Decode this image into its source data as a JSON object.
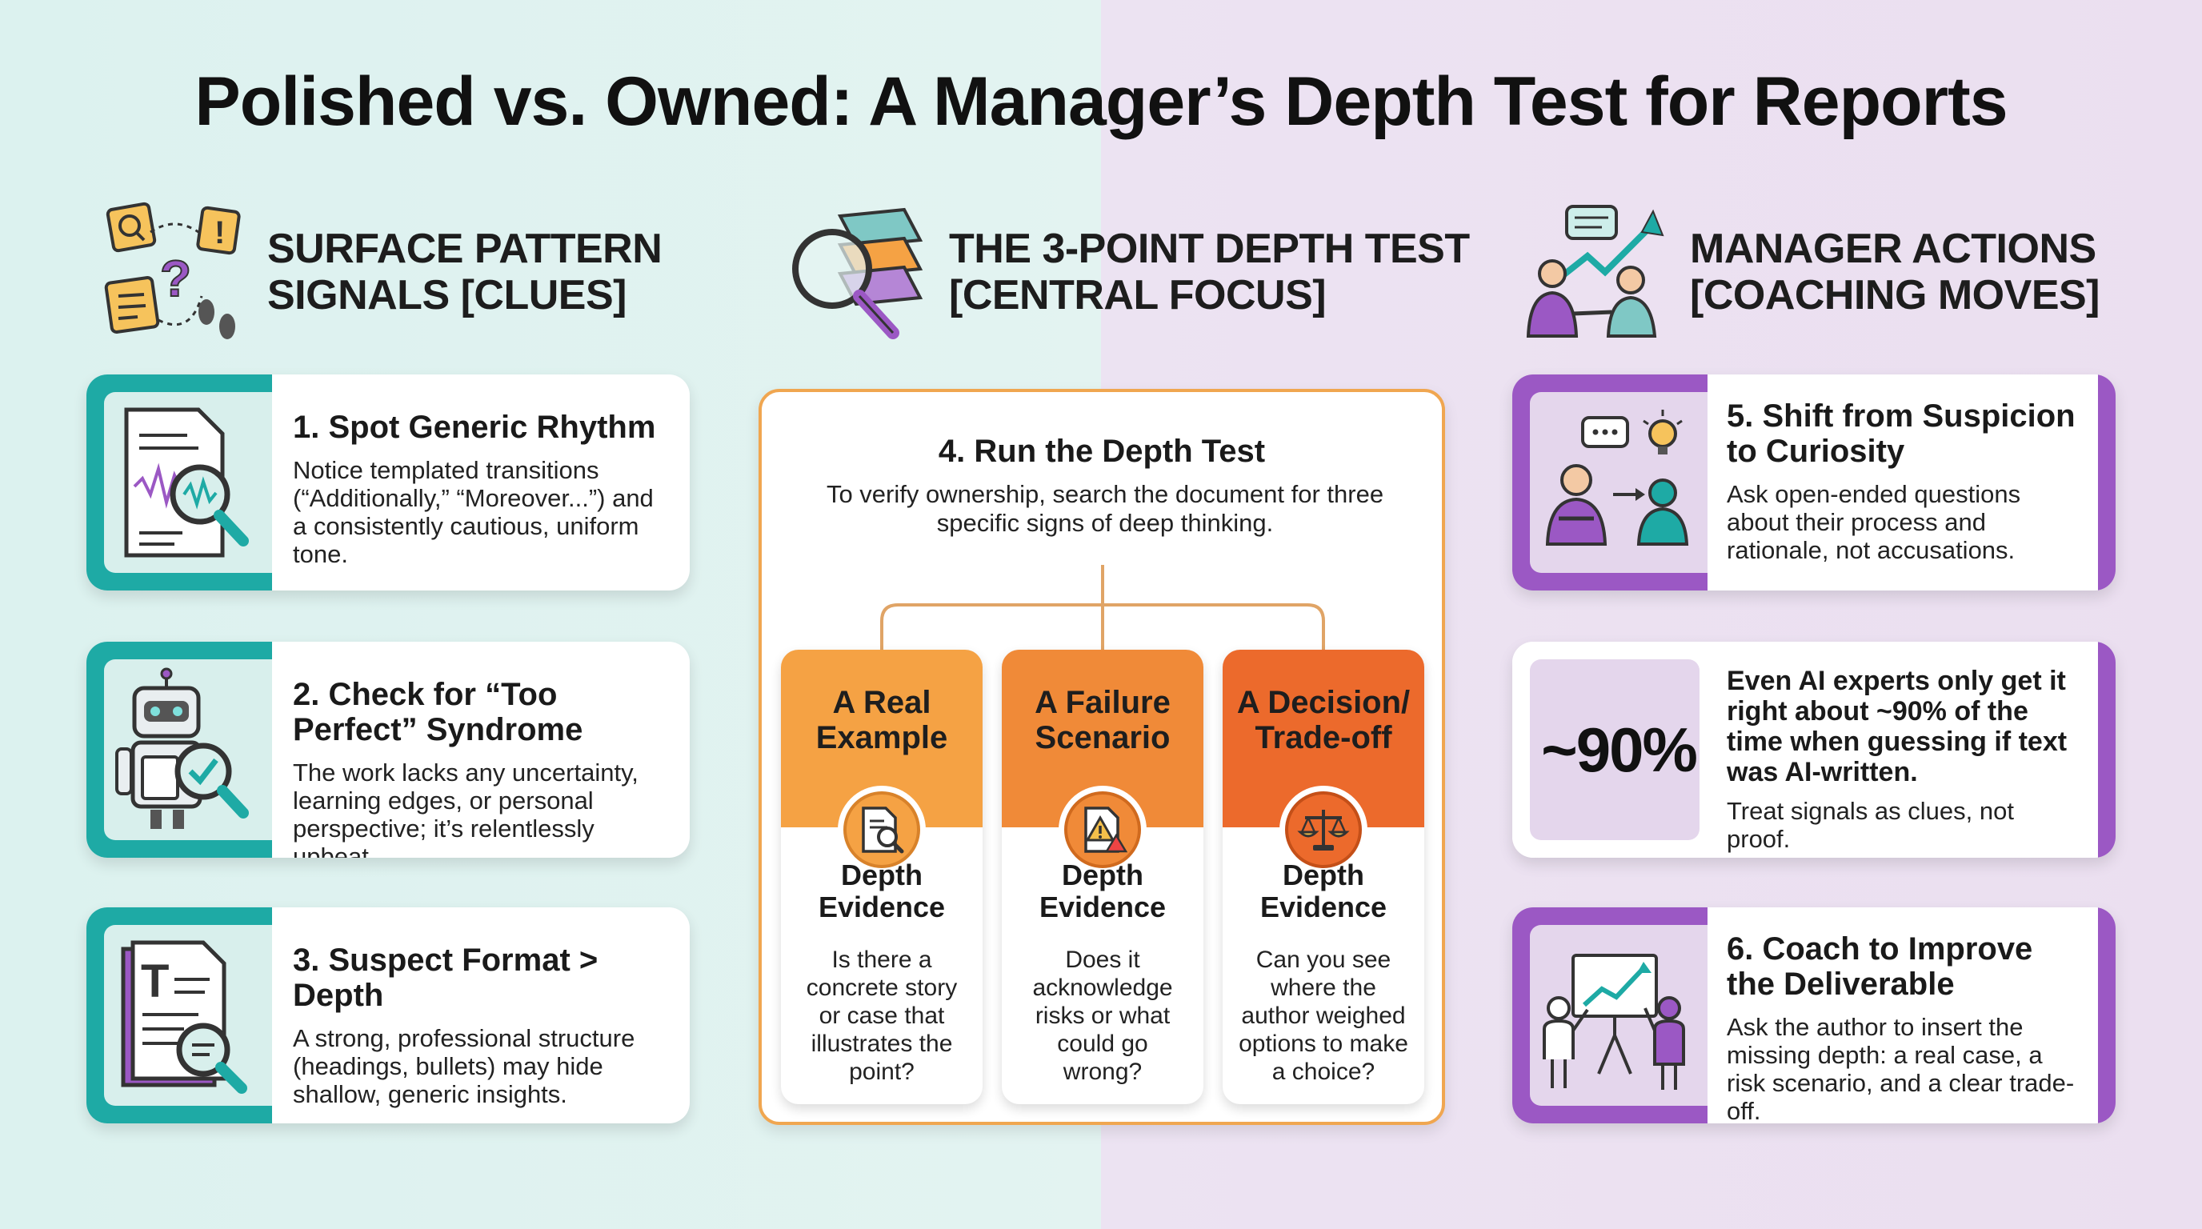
{
  "title": "Polished vs. Owned: A Manager’s Depth Test for Reports",
  "columns": {
    "left": {
      "heading": [
        "SURFACE PATTERN",
        "SIGNALS [CLUES]"
      ],
      "cards": [
        {
          "title": "1. Spot Generic Rhythm",
          "desc": "Notice templated transitions (“Additionally,” “Moreover...”) and a consistently cautious, uniform tone."
        },
        {
          "title": "2. Check for “Too Perfect” Syndrome",
          "desc": "The work lacks any uncertainty, learning edges, or personal perspective; it’s relentlessly upbeat."
        },
        {
          "title": "3. Suspect Format > Depth",
          "desc": "A strong, professional structure (headings, bullets) may hide shallow, generic insights."
        }
      ]
    },
    "center": {
      "heading": [
        "THE 3-POINT DEPTH TEST",
        "[CENTRAL FOCUS]"
      ],
      "panel_title": "4. Run the Depth Test",
      "panel_desc": "To verify ownership, search the document for three specific signs of deep thinking.",
      "tests": [
        {
          "title": "A Real Example",
          "evidence": "Depth Evidence",
          "question": "Is there a concrete story or case that illustrates the point?",
          "color": "#f5a244",
          "icon": "document-search-icon"
        },
        {
          "title": "A Failure Scenario",
          "evidence": "Depth Evidence",
          "question": "Does it acknowledge risks or what could go wrong?",
          "color": "#f08a38",
          "icon": "warning-document-icon"
        },
        {
          "title": "A Decision/ Trade-off",
          "evidence": "Depth Evidence",
          "question": "Can you see where the author weighed options to make a choice?",
          "color": "#ec6a2c",
          "icon": "scales-icon"
        }
      ]
    },
    "right": {
      "heading": [
        "MANAGER ACTIONS",
        "[COACHING MOVES]"
      ],
      "cards": [
        {
          "title": "5. Shift from Suspicion to Curiosity",
          "desc": "Ask open-ended questions about their process and rationale, not accusations."
        },
        {
          "big": "~90%",
          "title": "Even AI experts only get it right about ~90% of the time when guessing if text was AI-written.",
          "desc": "Treat signals as clues, not proof."
        },
        {
          "title": "6. Coach to Improve the Deliverable",
          "desc": "Ask the author to insert the missing depth: a real case, a risk scenario, and a clear trade-off."
        }
      ]
    }
  },
  "colors": {
    "teal": "#1eaaa5",
    "purple": "#9b58c4",
    "orange": "#f0a650"
  }
}
